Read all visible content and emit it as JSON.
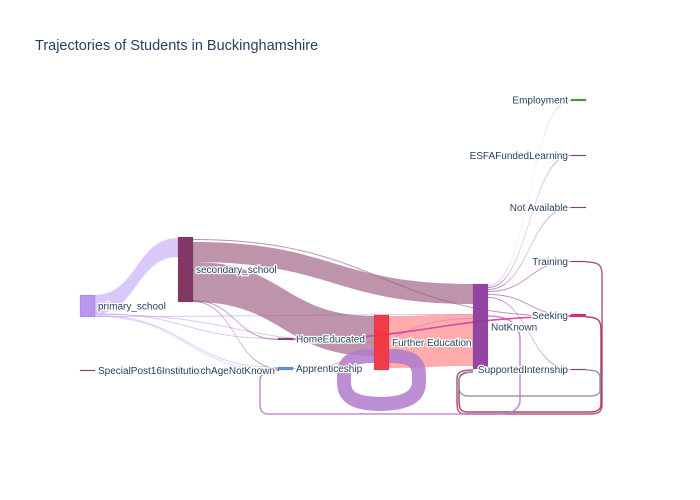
{
  "chart_data": {
    "type": "sankey",
    "title": "Trajectories of Students in Buckinghamshire",
    "nodes": [
      {
        "id": "primary_school",
        "label": "primary_school",
        "color": "#b48ff0"
      },
      {
        "id": "secondary_school",
        "label": "secondary_school",
        "color": "#7b2c5c"
      },
      {
        "id": "SpecialPost16Institution",
        "label": "SpecialPost16Institution",
        "color": "#8a3a6a"
      },
      {
        "id": "HomeEducated",
        "label": "HomeEducated",
        "color": "#8a3a6a"
      },
      {
        "id": "chAgeNotKnown",
        "label": "chAgeNotKnown",
        "color": "#8a3a6a"
      },
      {
        "id": "Apprenticeship",
        "label": "Apprenticeship",
        "color": "#4a90d9"
      },
      {
        "id": "FurtherEducation",
        "label": "Further Education",
        "color": "#f0303c"
      },
      {
        "id": "NotKnown",
        "label": "NotKnown",
        "color": "#8e3a9e"
      },
      {
        "id": "Employment",
        "label": "Employment",
        "color": "#2ca02c"
      },
      {
        "id": "ESFAFundedLearning",
        "label": "ESFAFundedLearning",
        "color": "#8a3a6a"
      },
      {
        "id": "NotAvailable",
        "label": "Not Available",
        "color": "#8a3a6a"
      },
      {
        "id": "Training",
        "label": "Training",
        "color": "#8a3a6a"
      },
      {
        "id": "Seeking",
        "label": "Seeking",
        "color": "#d6275a"
      },
      {
        "id": "SupportedInternship",
        "label": "SupportedInternship",
        "color": "#8a3a6a"
      }
    ],
    "links": [
      {
        "source": "primary_school",
        "target": "secondary_school",
        "value": 65,
        "color": "#c5aaf5"
      },
      {
        "source": "primary_school",
        "target": "HomeEducated",
        "value": 1,
        "color": "#c5aaf5"
      },
      {
        "source": "primary_school",
        "target": "FurtherEducation",
        "value": 1,
        "color": "#c5aaf5"
      },
      {
        "source": "primary_school",
        "target": "Apprenticeship",
        "value": 1,
        "color": "#c5aaf5"
      },
      {
        "source": "primary_school",
        "target": "NotKnown",
        "value": 1,
        "color": "#c5aaf5"
      },
      {
        "source": "primary_school",
        "target": "chAgeNotKnown",
        "value": 1,
        "color": "#c5aaf5"
      },
      {
        "source": "secondary_school",
        "target": "NotKnown",
        "value": 42,
        "color": "#9b5a7e"
      },
      {
        "source": "secondary_school",
        "target": "FurtherEducation",
        "value": 20,
        "color": "#9b5a7e"
      },
      {
        "source": "secondary_school",
        "target": "Seeking",
        "value": 1,
        "color": "#9b5a7e"
      },
      {
        "source": "secondary_school",
        "target": "HomeEducated",
        "value": 1,
        "color": "#9b5a7e"
      },
      {
        "source": "secondary_school",
        "target": "Apprenticeship",
        "value": 1,
        "color": "#9b5a7e"
      },
      {
        "source": "FurtherEducation",
        "target": "NotKnown",
        "value": 55,
        "color": "#ff8080"
      },
      {
        "source": "FurtherEducation",
        "target": "FurtherEducation",
        "value": 14,
        "color": "#b07acb"
      },
      {
        "source": "NotKnown",
        "target": "Employment",
        "value": 1,
        "color": "#c9a3d9"
      },
      {
        "source": "NotKnown",
        "target": "ESFAFundedLearning",
        "value": 1,
        "color": "#9b4aa8"
      },
      {
        "source": "NotKnown",
        "target": "NotAvailable",
        "value": 1,
        "color": "#9b4aa8"
      },
      {
        "source": "NotKnown",
        "target": "Training",
        "value": 1,
        "color": "#9b4aa8"
      },
      {
        "source": "NotKnown",
        "target": "Seeking",
        "value": 1,
        "color": "#9b4aa8"
      },
      {
        "source": "NotKnown",
        "target": "SupportedInternship",
        "value": 1,
        "color": "#9b4aa8"
      },
      {
        "source": "Training",
        "target": "NotKnown",
        "value": 1,
        "color": "#a0506c"
      },
      {
        "source": "Seeking",
        "target": "NotKnown",
        "value": 1,
        "color": "#a83060"
      },
      {
        "source": "SupportedInternship",
        "target": "NotKnown",
        "value": 1,
        "color": "#8a94a8"
      },
      {
        "source": "Apprenticeship",
        "target": "NotKnown",
        "value": 1,
        "color": "#c080d0"
      },
      {
        "source": "HomeEducated",
        "target": "Seeking",
        "value": 1,
        "color": "#e040a0"
      }
    ]
  }
}
